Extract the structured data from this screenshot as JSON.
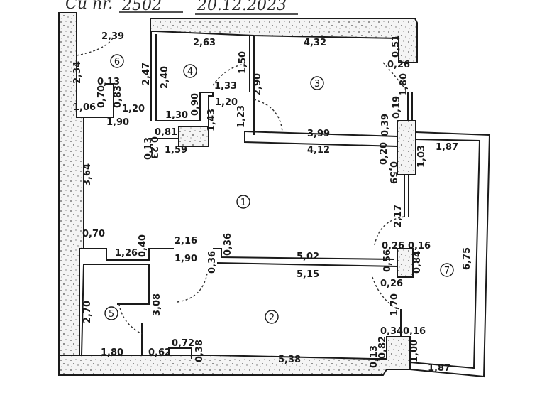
{
  "header": {
    "label": "Cu nr.",
    "number": "2502",
    "date": "20.12.2023"
  },
  "rooms": [
    {
      "id": "1",
      "label": "1"
    },
    {
      "id": "2",
      "label": "2"
    },
    {
      "id": "3",
      "label": "3"
    },
    {
      "id": "4",
      "label": "4"
    },
    {
      "id": "5",
      "label": "5"
    },
    {
      "id": "6",
      "label": "6"
    },
    {
      "id": "7",
      "label": "7"
    }
  ],
  "dimensions": {
    "room6": {
      "top": "2,39",
      "left": "2,34",
      "right": "2,47",
      "bottom": "1,06",
      "niche_top": "0,13",
      "niche_side": "0,70",
      "niche_right": "0,83"
    },
    "room4": {
      "top": "2,63",
      "left": "2,40",
      "bottom": "1,30",
      "right_small": "0,90",
      "step": "1,33",
      "side": "1,43"
    },
    "corridor_top": {
      "opening": "1,20",
      "below": "1,90",
      "small1": "0,23",
      "small2": "0,13",
      "box": "0,81",
      "bottom": "1,59",
      "door_w": "1,20",
      "door_h": "1,23",
      "jamb": "1,50"
    },
    "room3": {
      "top": "4,32",
      "left": "2,90",
      "bottom_in": "3,99",
      "bottom_out": "4,12",
      "corner_v": "0,51",
      "corner_h": "0,26",
      "right": "1,80",
      "post_top": "0,19",
      "post_left": "0,39",
      "post_lower": "0,20",
      "post_depth": "0,59",
      "post_right": "1,03"
    },
    "room1": {
      "left": "3,64",
      "step_h": "0,70",
      "step_low": "1,26",
      "step_v": "0,40",
      "door_top": "2,16",
      "door_low": "1,90",
      "jamb1": "0,36",
      "jamb2": "0,36",
      "right_wall": "2,17"
    },
    "partition_mid": {
      "top": "5,02",
      "bottom": "5,15",
      "end_v": "0,56",
      "end_top1": "0,26",
      "end_top2": "0,16",
      "end_right": "0,84",
      "end_bottom": "0,26"
    },
    "room7": {
      "top": "1,87",
      "right": "6,75",
      "bottom": "1,87"
    },
    "room5": {
      "left": "2,70",
      "right": "3,08",
      "bottom": "1,80",
      "step1": "0,62",
      "step2": "0,72",
      "step3": "0,38"
    },
    "room2": {
      "bottom": "5,38",
      "right_small1": "0,13",
      "right_small2": "0,82",
      "right_post_top1": "0,34",
      "right_post_top2": "0,16",
      "right_post_right": "1,00",
      "right_wall": "1,70"
    }
  }
}
